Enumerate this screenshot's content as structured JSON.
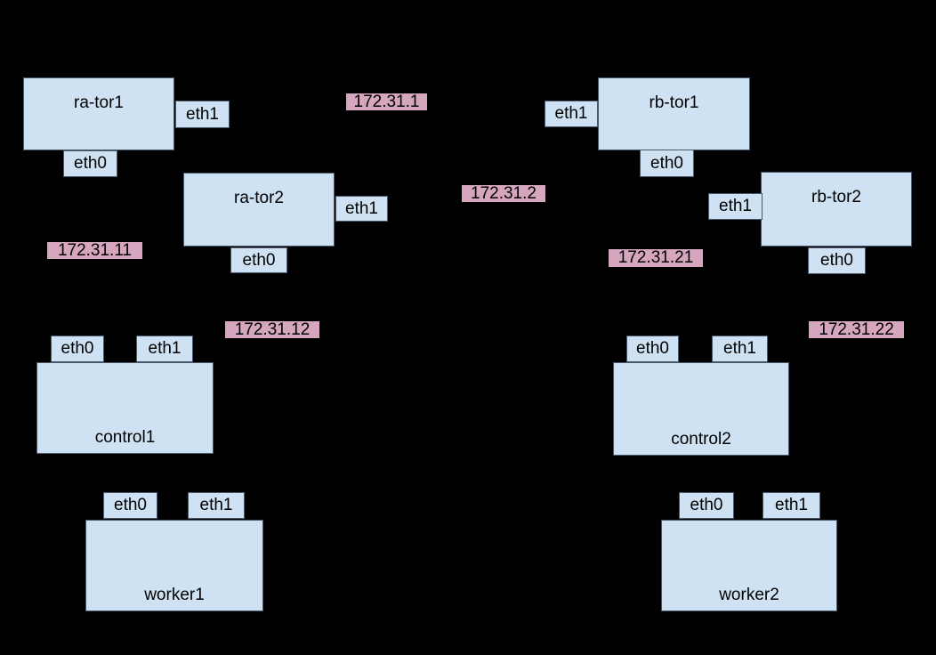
{
  "diagram": {
    "type": "network-topology",
    "colors": {
      "background": "#000000",
      "node_fill": "#cfe2f3",
      "node_border": "#46586a",
      "ip_label_fill": "#d5a6bd",
      "text": "#000000"
    },
    "nodes": {
      "ra_tor1": {
        "label": "ra-tor1",
        "interfaces": [
          "eth0",
          "eth1"
        ]
      },
      "ra_tor2": {
        "label": "ra-tor2",
        "interfaces": [
          "eth0",
          "eth1"
        ]
      },
      "rb_tor1": {
        "label": "rb-tor1",
        "interfaces": [
          "eth0",
          "eth1"
        ]
      },
      "rb_tor2": {
        "label": "rb-tor2",
        "interfaces": [
          "eth0",
          "eth1"
        ]
      },
      "control1": {
        "label": "control1",
        "interfaces": [
          "eth0",
          "eth1"
        ]
      },
      "control2": {
        "label": "control2",
        "interfaces": [
          "eth0",
          "eth1"
        ]
      },
      "worker1": {
        "label": "worker1",
        "interfaces": [
          "eth0",
          "eth1"
        ]
      },
      "worker2": {
        "label": "worker2",
        "interfaces": [
          "eth0",
          "eth1"
        ]
      }
    },
    "interfaces": {
      "eth0": "eth0",
      "eth1": "eth1"
    },
    "ip_labels": {
      "ip_172_31_1": "172.31.1",
      "ip_172_31_2": "172.31.2",
      "ip_172_31_11": "172.31.11",
      "ip_172_31_12": "172.31.12",
      "ip_172_31_21": "172.31.21",
      "ip_172_31_22": "172.31.22"
    }
  }
}
